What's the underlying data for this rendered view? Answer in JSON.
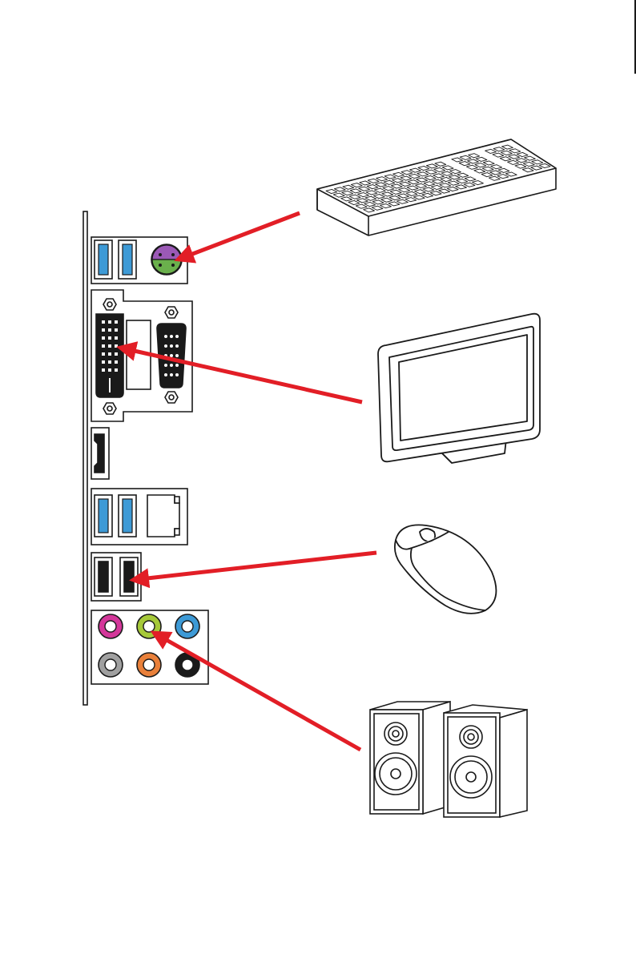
{
  "diagram": {
    "rear_panel": {
      "ports": [
        {
          "name": "usb-3-port"
        },
        {
          "name": "usb-3-port"
        },
        {
          "name": "ps2-port"
        },
        {
          "name": "dvi-port"
        },
        {
          "name": "vga-port"
        },
        {
          "name": "hdmi-port"
        },
        {
          "name": "usb-3-port"
        },
        {
          "name": "usb-3-port"
        },
        {
          "name": "lan-port"
        },
        {
          "name": "usb-2-port"
        },
        {
          "name": "usb-2-port"
        }
      ],
      "audio_jacks": [
        {
          "name": "mic-in-jack",
          "color": "#d4379a"
        },
        {
          "name": "line-out-jack",
          "color": "#a6c93a"
        },
        {
          "name": "line-in-jack",
          "color": "#3d9ad6"
        },
        {
          "name": "side-speaker-jack",
          "color": "#a0a0a0"
        },
        {
          "name": "center-sub-jack",
          "color": "#e9803a"
        },
        {
          "name": "rear-speaker-jack",
          "color": "#1a1a1a"
        }
      ]
    },
    "devices": [
      {
        "name": "keyboard-icon"
      },
      {
        "name": "monitor-icon"
      },
      {
        "name": "mouse-icon"
      },
      {
        "name": "speakers-icon"
      }
    ],
    "colors": {
      "arrow": "#e21e26",
      "usb3": "#3d9ad6",
      "ps2_purple": "#9b59b6",
      "ps2_green": "#6ab04c",
      "outline": "#1a1a1a"
    }
  }
}
